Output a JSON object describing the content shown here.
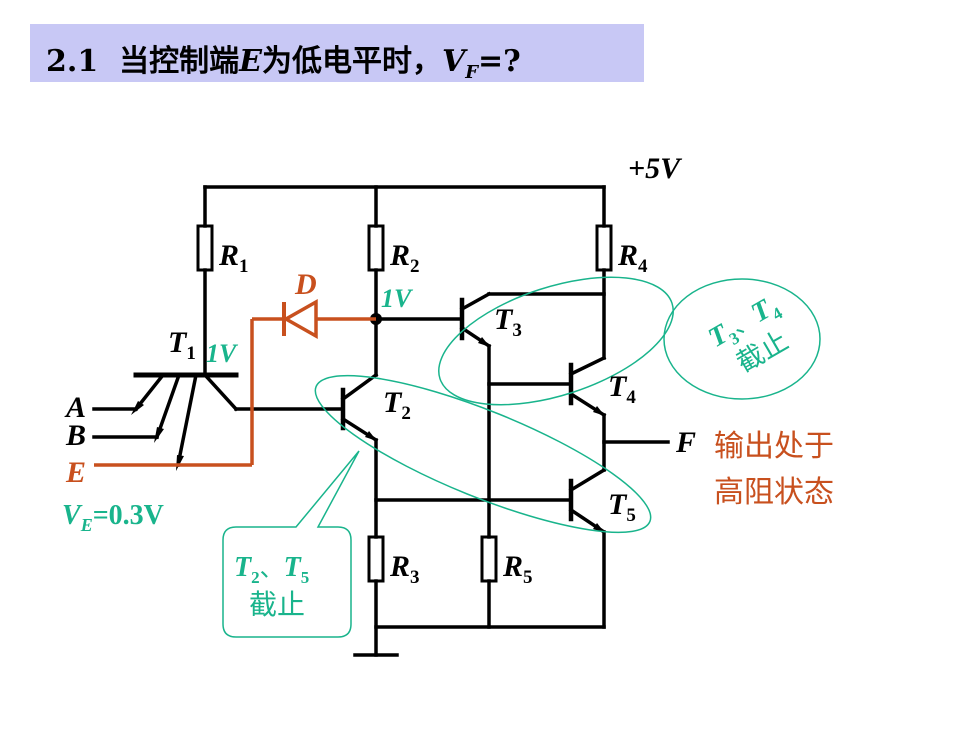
{
  "title": {
    "num": "2.1",
    "prefix": "当控制端",
    "var": "E",
    "middle": "为低电平时，",
    "vf": "V",
    "vf_sub": "F",
    "suffix": "=?"
  },
  "labels": {
    "supply": "+5V",
    "R": "R",
    "r1": "1",
    "r2": "2",
    "r3": "3",
    "r4": "4",
    "r5": "5",
    "T": "T",
    "t1": "1",
    "t2": "2",
    "t3": "3",
    "t4": "4",
    "t5": "5",
    "diode": "D",
    "input_a": "A",
    "input_b": "B",
    "input_e": "E",
    "output_f": "F",
    "v_base": "1V",
    "v_t1": "1V",
    "ve_v": "V",
    "ve_sub": "E",
    "ve_val": "=0.3V"
  },
  "annotations": {
    "t34_sep": "、",
    "t34_state": "截止",
    "t25_sep": "、",
    "t25_state": "截止",
    "output_state_line1": "输出处于",
    "output_state_line2": "高阻状态"
  },
  "colors": {
    "title_bg": "#c8c8f5",
    "wire": "#000000",
    "control_path": "#c8501e",
    "annotation": "#19b48c",
    "output_text": "#c8501e"
  }
}
